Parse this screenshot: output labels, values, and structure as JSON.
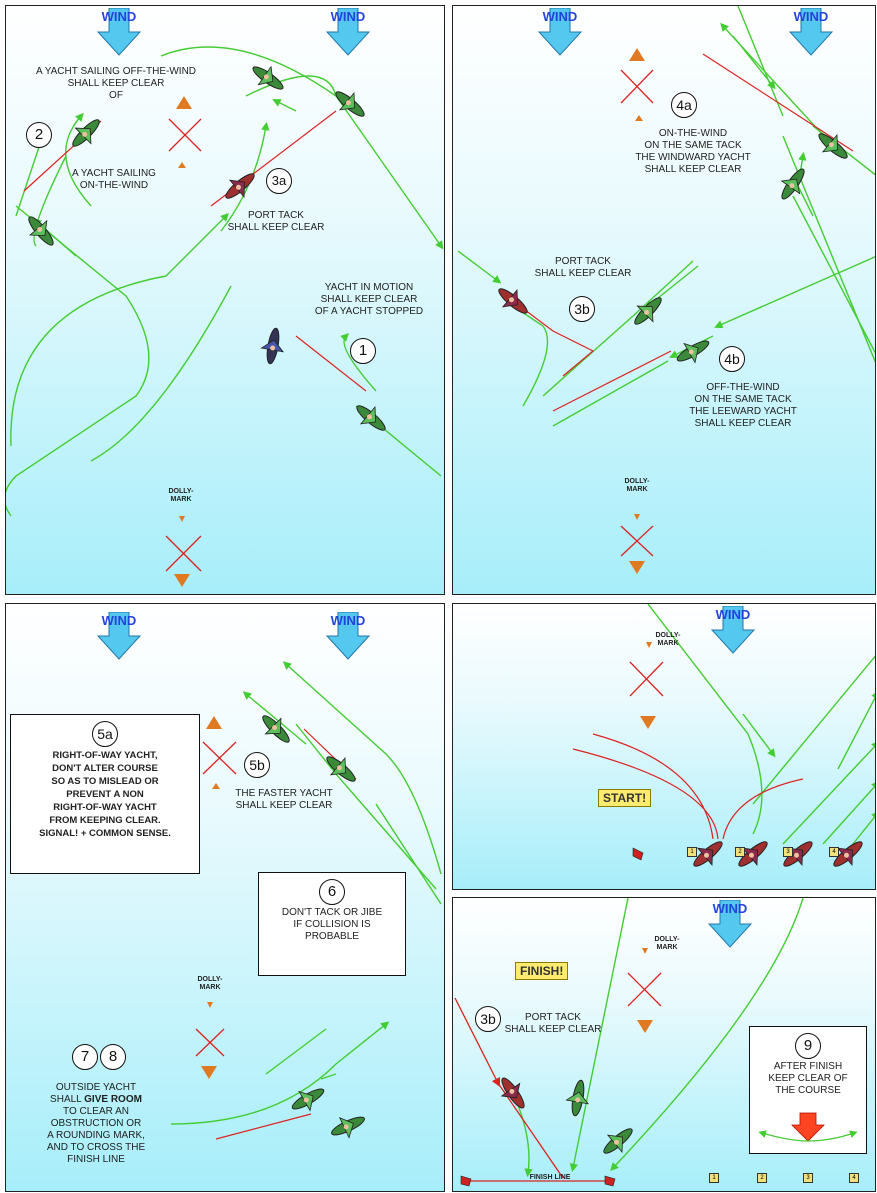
{
  "wind_label": "WIND",
  "dolly_label": "DOLLY-\nMARK",
  "panels": {
    "p1": {
      "rule2_text": "A YACHT SAILING OFF-THE-WIND\nSHALL KEEP CLEAR\nOF",
      "rule2_text_b": "A YACHT SAILING\nON-THE-WIND",
      "rule2_num": "2",
      "rule3a_num": "3a",
      "rule3a_text": "PORT TACK\nSHALL KEEP CLEAR",
      "rule1_text": "YACHT IN MOTION\nSHALL KEEP CLEAR\nOF A YACHT STOPPED",
      "rule1_num": "1"
    },
    "p2": {
      "rule4a_num": "4a",
      "rule4a_text": "ON-THE-WIND\nON THE SAME TACK\nTHE WINDWARD YACHT\nSHALL KEEP CLEAR",
      "rule3b_text": "PORT TACK\nSHALL KEEP CLEAR",
      "rule3b_num": "3b",
      "rule4b_num": "4b",
      "rule4b_text": "OFF-THE-WIND\nON THE SAME TACK\nTHE LEEWARD YACHT\nSHALL KEEP CLEAR"
    },
    "p3": {
      "rule5a_num": "5a",
      "rule5a_text": "RIGHT-OF-WAY YACHT,\nDON'T ALTER COURSE\nSO AS TO MISLEAD OR\nPREVENT A NON\nRIGHT-OF-WAY YACHT\nFROM KEEPING CLEAR.\nSIGNAL! + COMMON SENSE.",
      "rule5b_num": "5b",
      "rule5b_text": "THE FASTER YACHT\nSHALL KEEP CLEAR",
      "rule6_num": "6",
      "rule6_text": "DON'T TACK OR JIBE\nIF COLLISION IS\nPROBABLE",
      "rule7_num": "7",
      "rule8_num": "8",
      "rule78_text_1": "OUTSIDE YACHT",
      "rule78_text_2a": "SHALL ",
      "rule78_text_2b": "GIVE ROOM",
      "rule78_text_3": "TO CLEAR AN\nOBSTRUCTION OR\nA ROUNDING MARK,\nAND TO CROSS THE\nFINISH LINE"
    },
    "p4": {
      "start_label": "START!",
      "boat_numbers": [
        "1",
        "2",
        "3",
        "4"
      ]
    },
    "p5": {
      "finish_label": "FINISH!",
      "rule3b_num": "3b",
      "rule3b_text": "PORT TACK\nSHALL KEEP CLEAR",
      "finish_line_label": "FINISH LINE",
      "rule9_num": "9",
      "rule9_text": "AFTER FINISH\nKEEP CLEAR OF\nTHE COURSE",
      "flag_numbers": [
        "1",
        "2",
        "3",
        "4"
      ]
    }
  },
  "colors": {
    "course_line": "#44cc33",
    "red_line": "#dd2222",
    "mark_orange": "#e07a22",
    "wind_arrow": "#55c8f0",
    "callout_yellow": "#ffec6e"
  }
}
